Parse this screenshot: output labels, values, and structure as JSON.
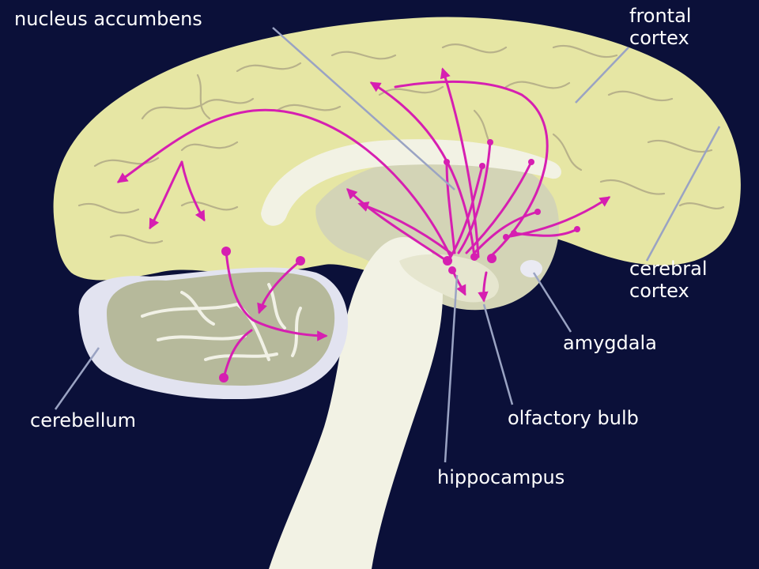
{
  "labels": {
    "nucleus_accumbens": "nucleus accumbens",
    "frontal_cortex_line1": "frontal",
    "frontal_cortex_line2": "cortex",
    "cerebral_cortex_line1": "cerebral",
    "cerebral_cortex_line2": "cortex",
    "amygdala": "amygdala",
    "olfactory_bulb": "olfactory bulb",
    "hippocampus": "hippocampus",
    "cerebellum": "cerebellum"
  },
  "colors": {
    "background": "#0b1039",
    "cortex": "#e6e6a4",
    "cortex_folds": "#b8b28a",
    "deep_structure": "#d3d4b6",
    "brainstem": "#f2f2e4",
    "cerebellum": "#b6b99b",
    "cerebellum_rim": "#e2e3f0",
    "pathway": "#d61fb1",
    "leader_line": "#9aa3c3",
    "label_text": "#ffffff"
  }
}
